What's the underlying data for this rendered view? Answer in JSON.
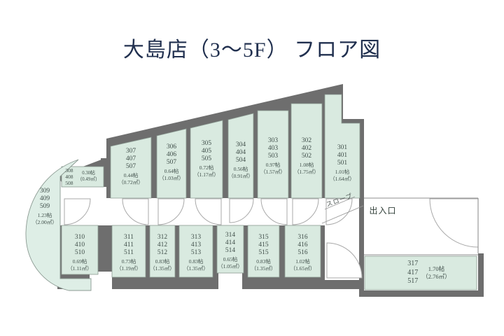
{
  "title": "大島店（3～5F） フロア図",
  "labels": {
    "slope": "スロープ",
    "entrance": "出入口"
  },
  "rooms": {
    "r301": {
      "numbers": [
        "301",
        "401",
        "501"
      ],
      "size": "1.01帖",
      "area": "（1.64㎡）"
    },
    "r302": {
      "numbers": [
        "302",
        "402",
        "502"
      ],
      "size": "1.08帖",
      "area": "（1.75㎡）"
    },
    "r303": {
      "numbers": [
        "303",
        "403",
        "503"
      ],
      "size": "0.97帖",
      "area": "（1.57㎡）"
    },
    "r304": {
      "numbers": [
        "304",
        "404",
        "504"
      ],
      "size": "0.56帖",
      "area": "（0.91㎡）"
    },
    "r305": {
      "numbers": [
        "305",
        "405",
        "505"
      ],
      "size": "0.72帖",
      "area": "（1.17㎡）"
    },
    "r306": {
      "numbers": [
        "306",
        "406",
        "507"
      ],
      "size": "0.64帖",
      "area": "（1.03㎡）"
    },
    "r307": {
      "numbers": [
        "307",
        "407",
        "507"
      ],
      "size": "0.44帖",
      "area": "（0.72㎡）"
    },
    "r308": {
      "numbers": [
        "308",
        "408",
        "508"
      ],
      "size": "0.30帖",
      "area": "（0.49㎡）"
    },
    "r309": {
      "numbers": [
        "309",
        "409",
        "509"
      ],
      "size": "1.23帖",
      "area": "（2.00㎡）"
    },
    "r310": {
      "numbers": [
        "310",
        "410",
        "510"
      ],
      "size": "0.69帖",
      "area": "（1.11㎡）"
    },
    "r311": {
      "numbers": [
        "311",
        "411",
        "511"
      ],
      "size": "0.73帖",
      "area": "（1.19㎡）"
    },
    "r312": {
      "numbers": [
        "312",
        "412",
        "512"
      ],
      "size": "0.83帖",
      "area": "（1.35㎡）"
    },
    "r313": {
      "numbers": [
        "313",
        "413",
        "513"
      ],
      "size": "0.83帖",
      "area": "（1.35㎡）"
    },
    "r314": {
      "numbers": [
        "314",
        "414",
        "514"
      ],
      "size": "0.65帖",
      "area": "（1.05㎡）"
    },
    "r315": {
      "numbers": [
        "315",
        "415",
        "515"
      ],
      "size": "0.83帖",
      "area": "（1.35㎡）"
    },
    "r316": {
      "numbers": [
        "316",
        "416",
        "516"
      ],
      "size": "1.02帖",
      "area": "（1.65㎡）"
    },
    "r317": {
      "numbers": [
        "317",
        "417",
        "517"
      ],
      "size": "1.70帖",
      "area": "（2.76㎡）"
    }
  },
  "colors": {
    "wall": "#6e6e6e",
    "room_fill": "#d9eae0",
    "title": "#21304f"
  }
}
